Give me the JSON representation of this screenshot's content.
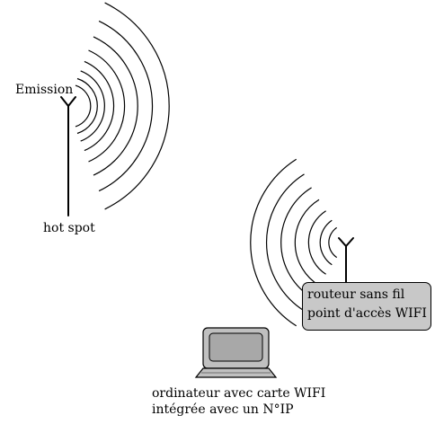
{
  "labels": {
    "emission": "Emission",
    "hotspot": "hot spot",
    "router_line1": "routeur sans fil",
    "router_line2": "point d'accès WIFI",
    "computer_line1": "ordinateur avec carte WIFI",
    "computer_line2": "intégrée avec un N°IP"
  },
  "colors": {
    "lines": "#000000",
    "router_box_fill": "#c8c8c8",
    "computer_body": "#c0c0c0",
    "computer_screen": "#a8a8a8",
    "background": "#ffffff"
  },
  "icons": {
    "hotspot_antenna": "antenna-icon",
    "router_antenna": "antenna-icon",
    "computer": "laptop-computer-icon",
    "hotspot_waves": "radio-waves",
    "router_waves": "radio-waves"
  }
}
